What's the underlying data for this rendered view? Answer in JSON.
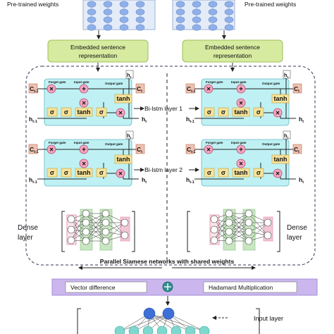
{
  "weights": {
    "left_label": "Pre-trained weights",
    "right_label": "Pre-trained weights"
  },
  "embedding": {
    "left_line1": "Embedded sentence",
    "left_line2": "representation",
    "right_line1": "Embedded sentence",
    "right_line2": "representation"
  },
  "cell": {
    "forget_gate": "Forget gate",
    "input_gate": "Input gate",
    "output_gate": "Output gate",
    "sigma": "σ",
    "tanh": "tanh",
    "mult": "×",
    "plus": "+",
    "c_prev": "C",
    "c_prev_sub": "t-1",
    "c_out": "C",
    "c_out_sub": "t",
    "h_prev": "h",
    "h_prev_sub": "t-1",
    "h_out": "h",
    "h_out_sub": "t"
  },
  "layers": {
    "bilstm1": "Bi-lstm layer 1",
    "bilstm2": "Bi-lstm layer 2"
  },
  "dense": {
    "left_line1": "Dense",
    "left_line2": "layer",
    "right_line1": "Dense",
    "right_line2": "layer"
  },
  "siamese_caption": "Parallel Siamese networks with shared weights",
  "merge": {
    "left": "Vector difference",
    "right": "Hadamard Multiplication",
    "symbol": "+"
  },
  "legend": {
    "input_layer": "Input layer"
  },
  "colors": {
    "cell_fill": "#bff1f4",
    "gate_fill": "#f6e39a",
    "embed_fill": "#d6eba0",
    "op_fill": "#f5a6c0",
    "ct_fill": "#efc1b0",
    "merge_fill": "#cbb7ee",
    "node_fill": "#8fb0e8",
    "node_teal": "#7fd8cf",
    "dense_pink": "#f2c6d3",
    "dense_green": "#c8e6c1"
  }
}
